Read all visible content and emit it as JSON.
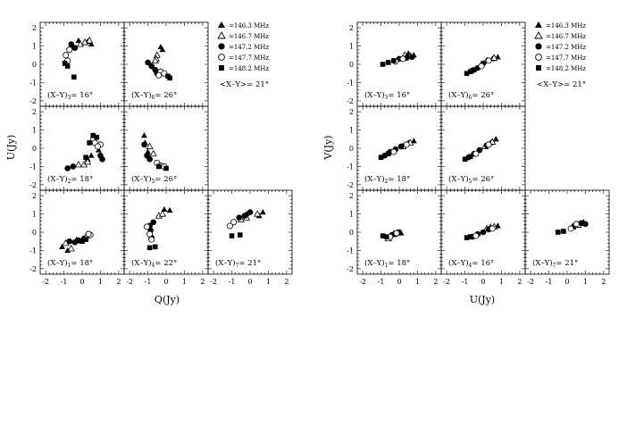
{
  "figure": {
    "legend": {
      "entries": [
        {
          "marker": "filled-triangle",
          "label": "=146.3 MHz"
        },
        {
          "marker": "open-triangle",
          "label": "=146.7 MHz"
        },
        {
          "marker": "filled-circle",
          "label": "=147.2 MHz"
        },
        {
          "marker": "open-circle",
          "label": "=147.7 MHz"
        },
        {
          "marker": "filled-square",
          "label": "=148.2 MHz"
        }
      ],
      "mean_note": "<X–Y>= 21°"
    },
    "left_plot": {
      "xlabel": "Q(Jy)",
      "ylabel": "U(Jy)"
    },
    "right_plot": {
      "xlabel": "U(Jy)",
      "ylabel": "V(Jy)"
    },
    "ticks": [
      "-2",
      "-1",
      "0",
      "1",
      "2"
    ]
  },
  "chart_data": [
    {
      "type": "scatter",
      "xlabel": "Q(Jy)",
      "ylabel": "U(Jy)",
      "xlim": [
        -2.3,
        2.3
      ],
      "ylim": [
        -2.3,
        2.3
      ],
      "series": [
        {
          "name": "146.3 MHz",
          "marker": "filled-triangle"
        },
        {
          "name": "146.7 MHz",
          "marker": "open-triangle"
        },
        {
          "name": "147.2 MHz",
          "marker": "filled-circle"
        },
        {
          "name": "147.7 MHz",
          "marker": "open-circle"
        },
        {
          "name": "148.2 MHz",
          "marker": "filled-square"
        }
      ],
      "panels": [
        {
          "label": "(X–Y)",
          "sub": "3",
          "angle": "= 16°",
          "points": [
            [
              -0.2,
              1.3,
              0
            ],
            [
              0.3,
              1.25,
              0
            ],
            [
              0.5,
              1.1,
              0
            ],
            [
              -0.1,
              1.1,
              1
            ],
            [
              0.15,
              1.2,
              1
            ],
            [
              0.4,
              1.3,
              1
            ],
            [
              -0.6,
              1.1,
              2
            ],
            [
              -0.4,
              0.9,
              2
            ],
            [
              -0.9,
              0.5,
              3
            ],
            [
              -0.8,
              0.2,
              3
            ],
            [
              -0.7,
              0.8,
              3
            ],
            [
              -0.95,
              0.05,
              4
            ],
            [
              -0.8,
              -0.1,
              4
            ],
            [
              -0.45,
              -0.7,
              4
            ]
          ]
        },
        {
          "label": "(X–Y)",
          "sub": "6",
          "angle": "= 26°",
          "points": [
            [
              -0.3,
              0.95,
              0
            ],
            [
              -0.2,
              0.8,
              0
            ],
            [
              -0.5,
              0.5,
              1
            ],
            [
              -0.55,
              0.3,
              1
            ],
            [
              -0.6,
              0.2,
              1
            ],
            [
              -1.0,
              0.1,
              2
            ],
            [
              -0.8,
              -0.1,
              2
            ],
            [
              -0.6,
              -0.3,
              2
            ],
            [
              -0.5,
              -0.5,
              2
            ],
            [
              -0.3,
              -0.4,
              3
            ],
            [
              -0.1,
              -0.5,
              3
            ],
            [
              -0.4,
              -0.6,
              3
            ],
            [
              0.1,
              -0.65,
              4
            ],
            [
              0.2,
              -0.75,
              4
            ]
          ]
        },
        {
          "label": "(X–Y)",
          "sub": "2",
          "angle": "= 18°",
          "points": [
            [
              0.3,
              -0.6,
              0
            ],
            [
              0.5,
              -0.4,
              0
            ],
            [
              0.9,
              -0.1,
              0
            ],
            [
              -0.2,
              -0.9,
              1
            ],
            [
              0.1,
              -0.9,
              1
            ],
            [
              0.3,
              -0.75,
              1
            ],
            [
              -0.8,
              -1.1,
              2
            ],
            [
              -0.5,
              -1.0,
              2
            ],
            [
              1.0,
              -0.4,
              2
            ],
            [
              1.1,
              -0.6,
              2
            ],
            [
              0.6,
              0.5,
              3
            ],
            [
              0.7,
              0.3,
              3
            ],
            [
              1.0,
              0.2,
              3
            ],
            [
              0.85,
              0.1,
              3
            ],
            [
              0.2,
              -0.5,
              4
            ],
            [
              0.4,
              0.3,
              4
            ],
            [
              0.8,
              0.6,
              4
            ],
            [
              0.6,
              0.7,
              4
            ]
          ]
        },
        {
          "label": "(X–Y)",
          "sub": "5",
          "angle": "= 26°",
          "points": [
            [
              -1.2,
              0.7,
              0
            ],
            [
              -1.15,
              0.3,
              0
            ],
            [
              -1.0,
              -0.2,
              0
            ],
            [
              -0.9,
              0.1,
              1
            ],
            [
              -0.7,
              -0.3,
              1
            ],
            [
              -1.2,
              0.2,
              2
            ],
            [
              -1.05,
              -0.4,
              2
            ],
            [
              -0.9,
              -0.6,
              2
            ],
            [
              -0.5,
              -0.8,
              3
            ],
            [
              -0.3,
              -0.95,
              3
            ],
            [
              -0.1,
              -1.0,
              3
            ],
            [
              -0.4,
              -1.0,
              4
            ],
            [
              0.0,
              -1.1,
              4
            ]
          ]
        },
        {
          "label": "(X–Y)",
          "sub": "1",
          "angle": "= 18°",
          "points": [
            [
              -1.1,
              -0.8,
              0
            ],
            [
              -0.8,
              -1.0,
              0
            ],
            [
              -0.3,
              -0.4,
              0
            ],
            [
              -0.9,
              -0.6,
              1
            ],
            [
              -0.6,
              -0.9,
              1
            ],
            [
              -0.7,
              -0.5,
              2
            ],
            [
              -0.4,
              -0.55,
              2
            ],
            [
              -0.2,
              -0.45,
              2
            ],
            [
              0.1,
              -0.35,
              2
            ],
            [
              0.3,
              -0.2,
              3
            ],
            [
              0.45,
              -0.15,
              3
            ],
            [
              0.35,
              -0.1,
              3
            ],
            [
              0.0,
              -0.5,
              4
            ],
            [
              0.2,
              -0.4,
              4
            ]
          ]
        },
        {
          "label": "(X–Y)",
          "sub": "4",
          "angle": "= 22°",
          "points": [
            [
              -0.1,
              1.25,
              0
            ],
            [
              0.2,
              1.2,
              0
            ],
            [
              -0.4,
              0.9,
              1
            ],
            [
              -0.2,
              1.0,
              1
            ],
            [
              -0.9,
              0.35,
              2
            ],
            [
              -0.85,
              0.1,
              2
            ],
            [
              -0.8,
              -0.3,
              2
            ],
            [
              -0.7,
              0.55,
              2
            ],
            [
              -1.05,
              0.3,
              3
            ],
            [
              -0.9,
              -0.1,
              3
            ],
            [
              -0.8,
              -0.4,
              3
            ],
            [
              -0.9,
              -0.85,
              4
            ],
            [
              -0.6,
              -0.8,
              4
            ]
          ]
        },
        {
          "label": "(X–Y)",
          "sub": "7",
          "angle": "= 21°",
          "points": [
            [
              -0.2,
              1.0,
              0
            ],
            [
              0.5,
              0.9,
              0
            ],
            [
              0.7,
              1.1,
              0
            ],
            [
              -0.5,
              0.7,
              1
            ],
            [
              -0.2,
              0.8,
              1
            ],
            [
              0.4,
              1.0,
              1
            ],
            [
              -0.6,
              0.8,
              2
            ],
            [
              -0.3,
              0.9,
              2
            ],
            [
              0.0,
              1.1,
              2
            ],
            [
              -1.1,
              0.35,
              3
            ],
            [
              -0.9,
              0.55,
              3
            ],
            [
              -1.0,
              -0.2,
              4
            ],
            [
              -0.55,
              -0.15,
              4
            ]
          ]
        }
      ]
    },
    {
      "type": "scatter",
      "xlabel": "U(Jy)",
      "ylabel": "V(Jy)",
      "xlim": [
        -2.3,
        2.3
      ],
      "ylim": [
        -2.3,
        2.3
      ],
      "series": [
        {
          "name": "146.3 MHz",
          "marker": "filled-triangle"
        },
        {
          "name": "146.7 MHz",
          "marker": "open-triangle"
        },
        {
          "name": "147.2 MHz",
          "marker": "filled-circle"
        },
        {
          "name": "147.7 MHz",
          "marker": "open-circle"
        },
        {
          "name": "148.2 MHz",
          "marker": "filled-square"
        }
      ],
      "panels": [
        {
          "label": "(X–Y)",
          "sub": "3",
          "angle": "= 16°",
          "points": [
            [
              0.5,
              0.6,
              0
            ],
            [
              0.8,
              0.5,
              0
            ],
            [
              0.3,
              0.5,
              1
            ],
            [
              0.6,
              0.45,
              1
            ],
            [
              0.0,
              0.3,
              2
            ],
            [
              0.4,
              0.35,
              2
            ],
            [
              0.7,
              0.4,
              2
            ],
            [
              -0.2,
              0.15,
              3
            ],
            [
              0.2,
              0.3,
              3
            ],
            [
              -0.9,
              0.0,
              4
            ],
            [
              -0.6,
              0.1,
              4
            ],
            [
              -0.3,
              0.2,
              4
            ]
          ]
        },
        {
          "label": "(X–Y)",
          "sub": "6",
          "angle": "= 26°",
          "points": [
            [
              0.5,
              0.3,
              0
            ],
            [
              0.8,
              0.4,
              0
            ],
            [
              0.2,
              0.2,
              1
            ],
            [
              0.6,
              0.35,
              1
            ],
            [
              -0.6,
              -0.35,
              2
            ],
            [
              -0.3,
              -0.2,
              2
            ],
            [
              0.0,
              0.05,
              2
            ],
            [
              -0.1,
              -0.1,
              3
            ],
            [
              0.3,
              0.2,
              3
            ],
            [
              -0.9,
              -0.5,
              4
            ],
            [
              -0.7,
              -0.4,
              4
            ],
            [
              -0.5,
              -0.3,
              4
            ]
          ]
        },
        {
          "label": "(X–Y)",
          "sub": "2",
          "angle": "= 18°",
          "points": [
            [
              0.5,
              0.3,
              0
            ],
            [
              0.8,
              0.4,
              0
            ],
            [
              0.2,
              0.1,
              1
            ],
            [
              0.6,
              0.3,
              1
            ],
            [
              -0.8,
              -0.4,
              2
            ],
            [
              -0.5,
              -0.2,
              2
            ],
            [
              -0.2,
              -0.05,
              2
            ],
            [
              0.1,
              0.1,
              2
            ],
            [
              -0.3,
              -0.2,
              3
            ],
            [
              0.4,
              0.2,
              3
            ],
            [
              -1.0,
              -0.5,
              4
            ],
            [
              -0.6,
              -0.3,
              4
            ]
          ]
        },
        {
          "label": "(X–Y)",
          "sub": "5",
          "angle": "= 26°",
          "points": [
            [
              0.4,
              0.3,
              0
            ],
            [
              0.7,
              0.5,
              0
            ],
            [
              0.1,
              0.1,
              1
            ],
            [
              0.5,
              0.35,
              1
            ],
            [
              -0.8,
              -0.5,
              2
            ],
            [
              -0.5,
              -0.3,
              2
            ],
            [
              -0.2,
              -0.1,
              2
            ],
            [
              0.2,
              0.15,
              2
            ],
            [
              -0.4,
              -0.3,
              3
            ],
            [
              0.3,
              0.2,
              3
            ],
            [
              -1.0,
              -0.6,
              4
            ],
            [
              -0.7,
              -0.45,
              4
            ]
          ]
        },
        {
          "label": "(X–Y)",
          "sub": "1",
          "angle": "= 18°",
          "points": [
            [
              -0.1,
              0.0,
              0
            ],
            [
              0.1,
              -0.05,
              0
            ],
            [
              -0.3,
              -0.1,
              1
            ],
            [
              -0.6,
              -0.35,
              1
            ],
            [
              -0.4,
              -0.15,
              2
            ],
            [
              -0.2,
              -0.1,
              2
            ],
            [
              0.0,
              0.0,
              2
            ],
            [
              -0.5,
              -0.25,
              3
            ],
            [
              -0.15,
              -0.05,
              3
            ],
            [
              -0.9,
              -0.2,
              4
            ],
            [
              -0.7,
              -0.25,
              4
            ]
          ]
        },
        {
          "label": "(X–Y)",
          "sub": "4",
          "angle": "= 16°",
          "points": [
            [
              0.4,
              0.3,
              0
            ],
            [
              0.8,
              0.35,
              0
            ],
            [
              0.2,
              0.2,
              1
            ],
            [
              0.6,
              0.3,
              1
            ],
            [
              -0.6,
              -0.25,
              2
            ],
            [
              -0.3,
              -0.1,
              2
            ],
            [
              0.0,
              0.0,
              2
            ],
            [
              0.3,
              0.15,
              2
            ],
            [
              -0.4,
              -0.2,
              3
            ],
            [
              0.5,
              0.2,
              3
            ],
            [
              -0.9,
              -0.3,
              4
            ],
            [
              -0.7,
              -0.25,
              4
            ]
          ]
        },
        {
          "label": "(X–Y)",
          "sub": "7",
          "angle": "= 21°",
          "points": [
            [
              0.7,
              0.5,
              0
            ],
            [
              0.9,
              0.55,
              0
            ],
            [
              0.3,
              0.3,
              1
            ],
            [
              0.6,
              0.4,
              1
            ],
            [
              0.4,
              0.35,
              2
            ],
            [
              0.8,
              0.5,
              2
            ],
            [
              1.0,
              0.45,
              2
            ],
            [
              0.2,
              0.2,
              3
            ],
            [
              0.5,
              0.45,
              3
            ],
            [
              -0.5,
              0.0,
              4
            ],
            [
              -0.2,
              0.05,
              4
            ]
          ]
        }
      ]
    }
  ]
}
